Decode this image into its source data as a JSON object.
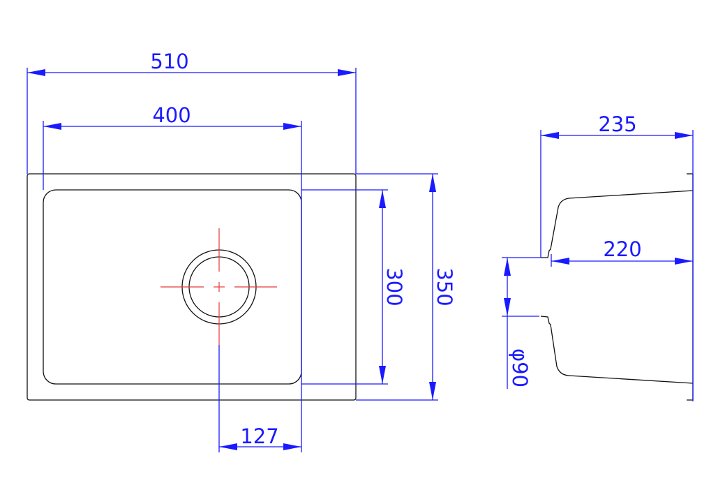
{
  "drawing": {
    "dimensions": {
      "overall_width": "510",
      "bowl_width": "400",
      "bowl_depth": "300",
      "overall_depth": "350",
      "drain_offset": "127",
      "side_overall": "235",
      "side_bowl": "220",
      "drain_diameter": "φ90"
    },
    "colors": {
      "dimension": "#1a1aff",
      "outline": "#111111",
      "centerline": "#e8383a"
    }
  }
}
